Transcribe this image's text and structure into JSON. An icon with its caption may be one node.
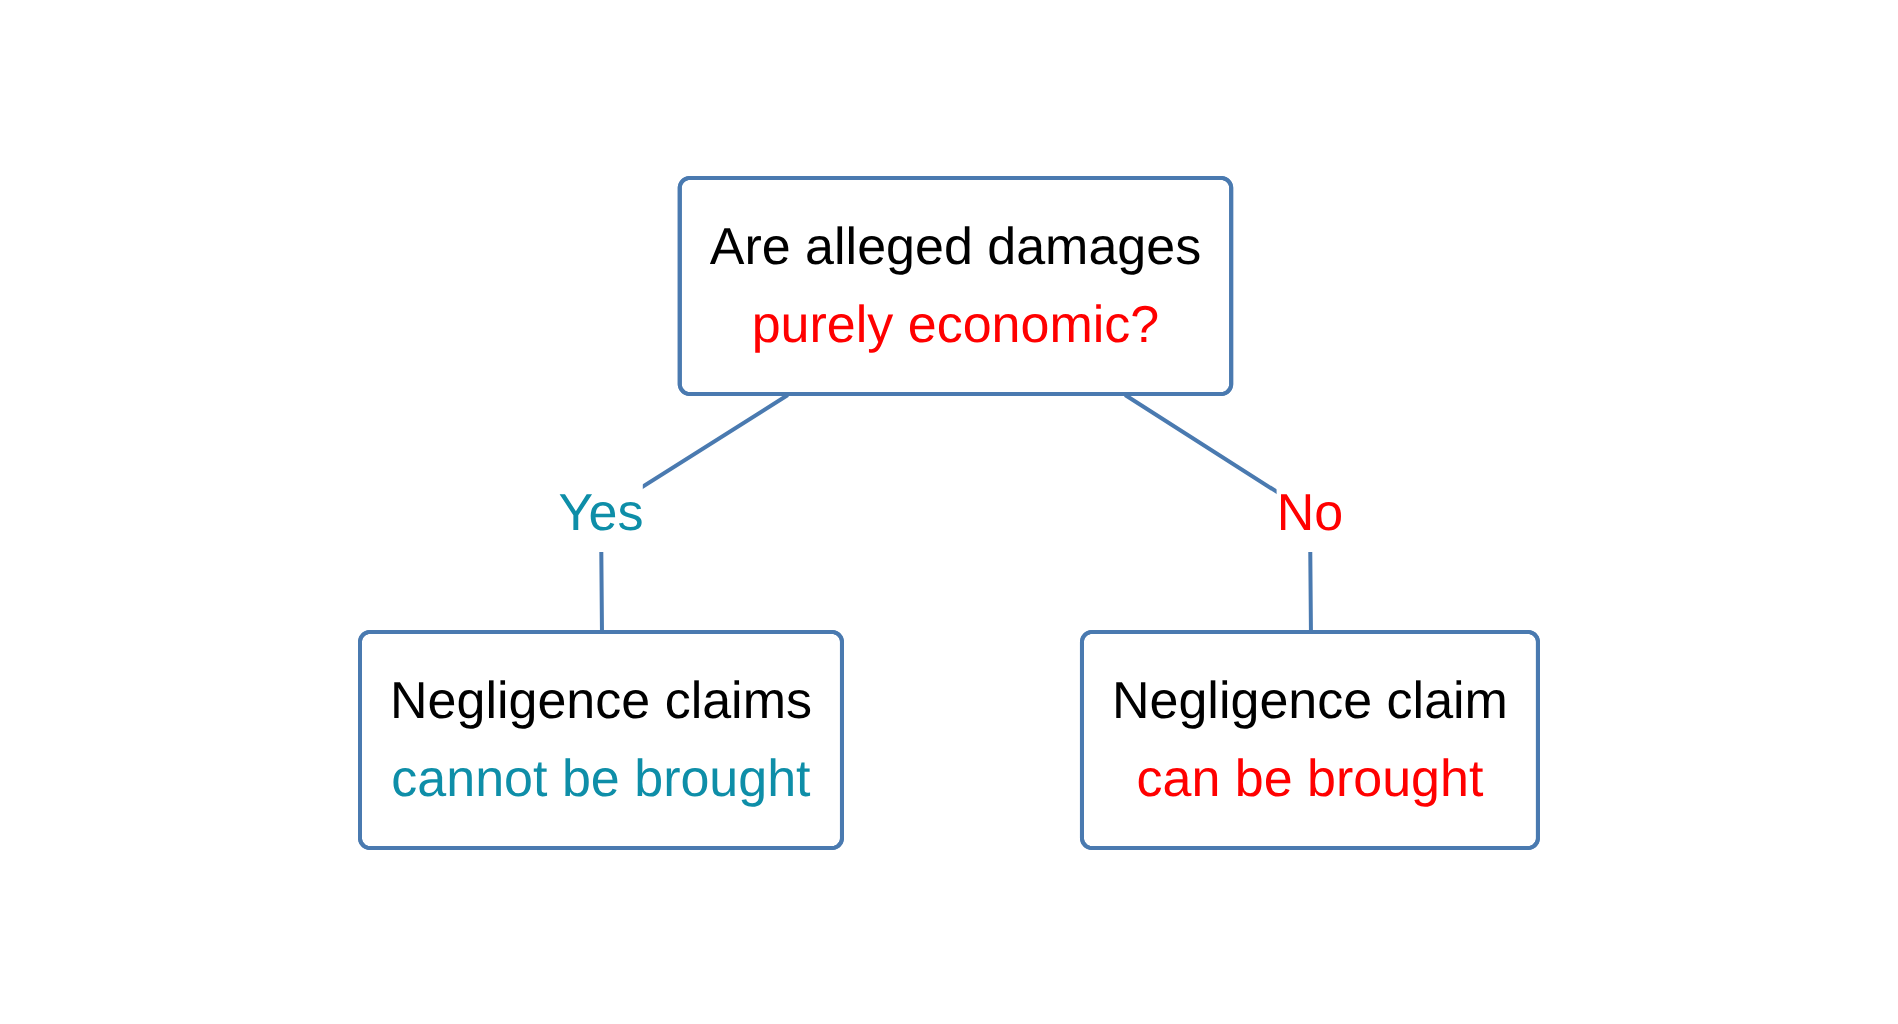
{
  "diagram": {
    "nodes": [
      {
        "text": [
          "Are alleged damages",
          "purely economic?"
        ]
      },
      {
        "text": [
          "Negligence claims",
          "cannot be brought"
        ]
      },
      {
        "text": [
          "Negligence claim",
          "can be brought"
        ]
      }
    ],
    "edges": [
      {
        "from": 0,
        "to": 1,
        "arrow": "none",
        "label": "Yes"
      },
      {
        "from": 0,
        "to": 2,
        "arrow": "none",
        "label": "No"
      }
    ]
  }
}
